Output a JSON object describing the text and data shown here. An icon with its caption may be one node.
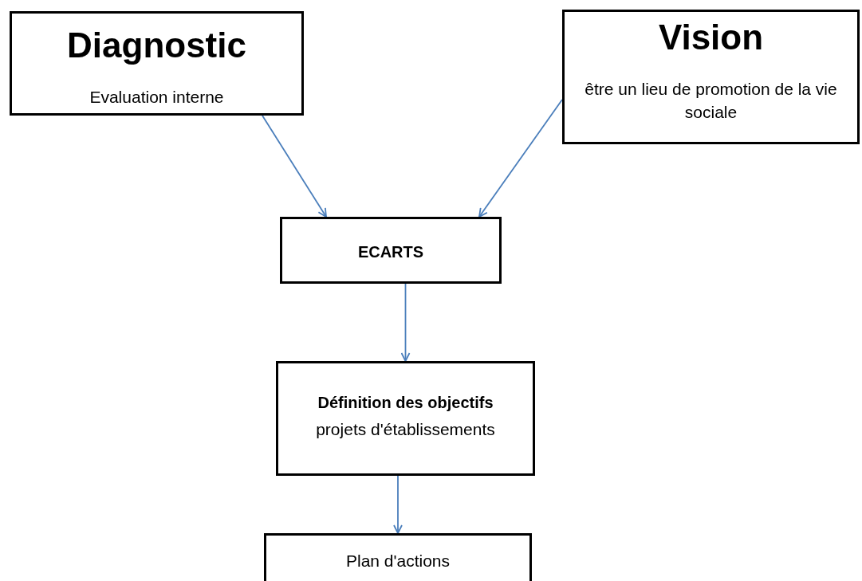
{
  "diagram": {
    "nodes": [
      {
        "text": [
          "Diagnostic",
          "Evaluation interne"
        ]
      },
      {
        "text": [
          "Vision",
          "être un lieu de promotion de la vie sociale"
        ]
      },
      {
        "text": [
          "ECARTS"
        ]
      },
      {
        "text": [
          "Définition des objectifs",
          "projets d'établissements"
        ]
      },
      {
        "text": [
          "Plan d'actions"
        ]
      }
    ],
    "edges": [
      {
        "from": 0,
        "to": 2,
        "arrow": "to"
      },
      {
        "from": 1,
        "to": 2,
        "arrow": "to"
      },
      {
        "from": 2,
        "to": 3,
        "arrow": "to"
      },
      {
        "from": 3,
        "to": 4,
        "arrow": "to"
      }
    ]
  }
}
